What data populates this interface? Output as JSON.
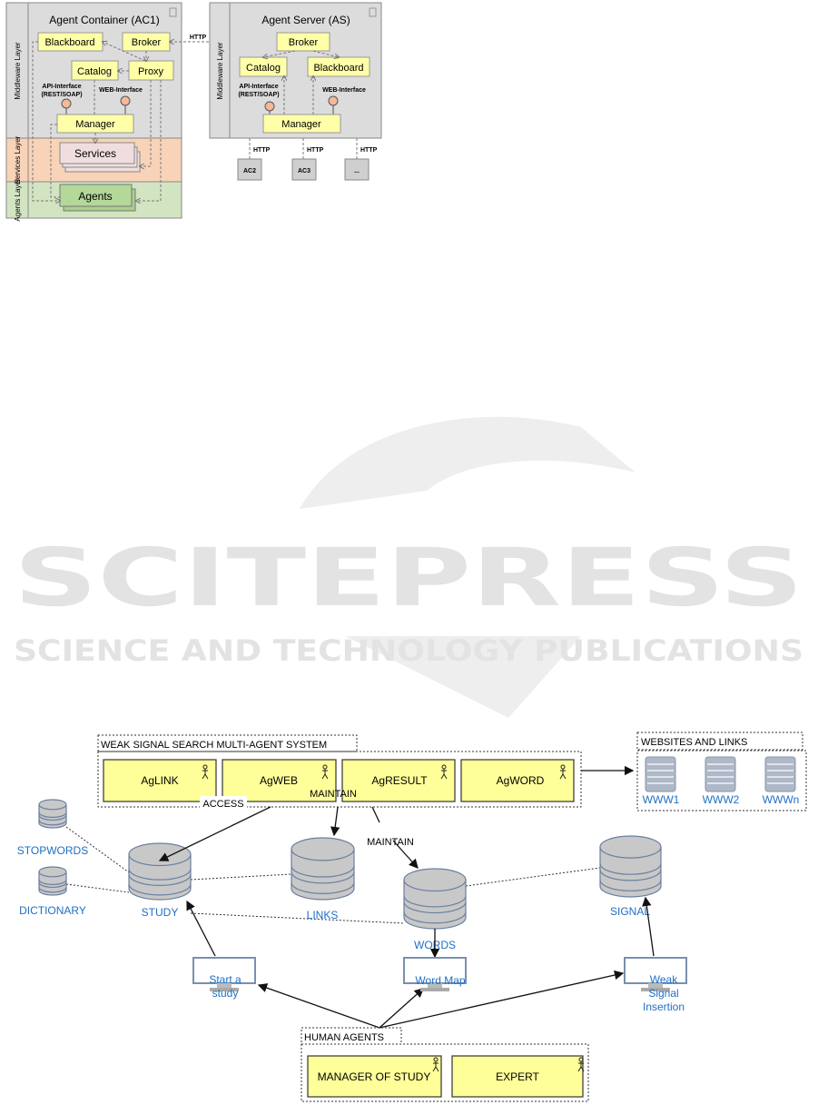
{
  "watermark": {
    "title": "SCITEPRESS",
    "subtitle": "SCIENCE AND TECHNOLOGY PUBLICATIONS"
  },
  "figure1": {
    "container": {
      "title": "Agent Container (AC1)",
      "layers": [
        "Middleware Layer",
        "Services Layer",
        "Agents Layer"
      ],
      "blackboard": "Blackboard",
      "broker": "Broker",
      "catalog": "Catalog",
      "proxy": "Proxy",
      "api_interface": [
        "API-Interface",
        "(REST/SOAP)"
      ],
      "web_interface": "WEB-Interface",
      "manager": "Manager",
      "services": "Services",
      "agents": "Agents"
    },
    "server": {
      "title": "Agent Server (AS)",
      "layer": "Middleware Layer",
      "broker": "Broker",
      "catalog": "Catalog",
      "blackboard": "Blackboard",
      "api_interface": [
        "API-Interface",
        "(REST/SOAP)"
      ],
      "web_interface": "WEB-Interface",
      "manager": "Manager"
    },
    "http": "HTTP",
    "clients": [
      "AC2",
      "AC3",
      "..."
    ]
  },
  "figure2": {
    "system_title": "WEAK SIGNAL SEARCH MULTI-AGENT SYSTEM",
    "agents": [
      "AgLINK",
      "AgWEB",
      "AgRESULT",
      "AgWORD"
    ],
    "websites_title": "WEBSITES AND LINKS",
    "websites": [
      "WWW1",
      "WWW2",
      "WWWn"
    ],
    "databases": {
      "stopwords": "STOPWORDS",
      "dictionary": "DICTIONARY",
      "study": "STUDY",
      "links": "LINKS",
      "words": "WORDS",
      "signal": "SIGNAL"
    },
    "edges": {
      "access": "ACCESS",
      "maintain1": "MAINTAIN",
      "maintain2": "MAINTAIN"
    },
    "screens": {
      "start": [
        "Start a",
        "study"
      ],
      "wordmap": "Word Map",
      "weak": [
        "Weak",
        "Signal",
        "Insertion"
      ]
    },
    "human_title": "HUMAN AGENTS",
    "humans": [
      "MANAGER OF STUDY",
      "EXPERT"
    ]
  }
}
